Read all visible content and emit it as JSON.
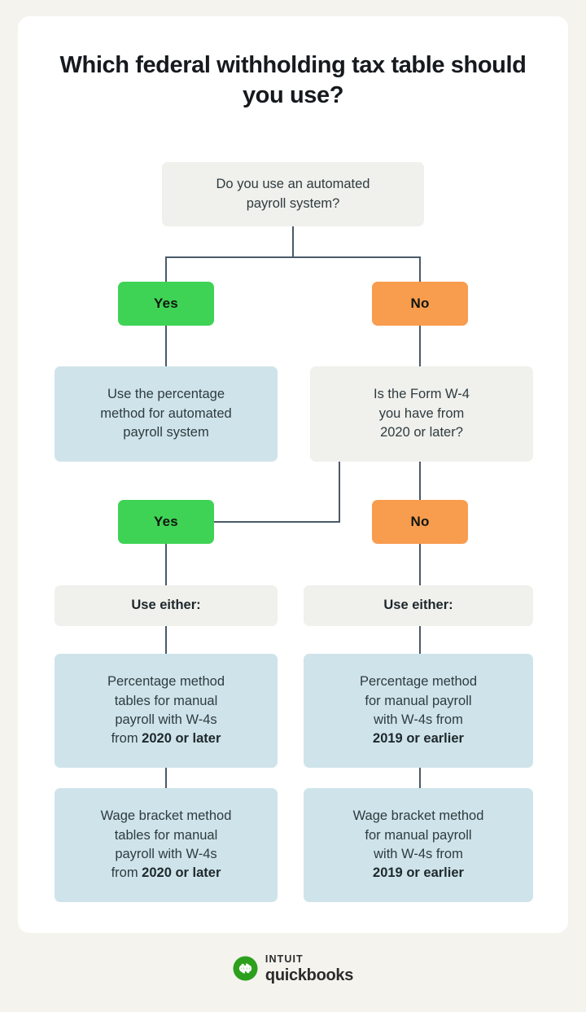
{
  "page": {
    "background_color": "#f4f3ee",
    "card_color": "#ffffff"
  },
  "title": "Which federal withholding tax table should you use?",
  "colors": {
    "yes_green": "#3fd355",
    "no_orange": "#f89c4e",
    "result_blue": "#cfe4ea",
    "question_gray": "#f0f0ec",
    "connector": "#4a5a68",
    "text_dark": "#2e3b40",
    "brand_green": "#2ca01c"
  },
  "flow": {
    "q1": {
      "text": "Do you use an automated payroll system?",
      "line1": "Do you use an automated",
      "line2": "payroll system?"
    },
    "q1_yes": "Yes",
    "q1_no": "No",
    "yes_result": {
      "text": "Use the percentage method for automated payroll system",
      "line1": "Use the percentage",
      "line2": "method for automated",
      "line3": "payroll system"
    },
    "q2": {
      "text": "Is the Form W-4 you have from 2020 or later?",
      "line1": "Is the Form W-4",
      "line2": "you have from",
      "line3": "2020 or later?"
    },
    "q2_yes": "Yes",
    "q2_no": "No",
    "left_either": "Use either:",
    "right_either": "Use either:",
    "left_results": [
      {
        "prefix": "Percentage method tables for manual payroll with W-4s from ",
        "emphasis": "2020 or later",
        "line1": "Percentage method",
        "line2": "tables for manual",
        "line3": "payroll with W-4s",
        "line4_prefix": "from ",
        "line4_bold": "2020 or later"
      },
      {
        "prefix": "Wage bracket method tables for manual payroll with W-4s from ",
        "emphasis": "2020 or later",
        "line1": "Wage bracket method",
        "line2": "tables for manual",
        "line3": "payroll with W-4s",
        "line4_prefix": "from ",
        "line4_bold": "2020 or later"
      }
    ],
    "right_results": [
      {
        "prefix": "Percentage method for manual payroll with W-4s from ",
        "emphasis": "2019 or earlier",
        "line1": "Percentage method",
        "line2": "for manual payroll",
        "line3": "with W-4s from",
        "line4_prefix": "",
        "line4_bold": "2019 or earlier"
      },
      {
        "prefix": "Wage bracket method for manual payroll with W-4s from ",
        "emphasis": "2019 or earlier",
        "line1": "Wage bracket method",
        "line2": "for manual payroll",
        "line3": "with W-4s from",
        "line4_prefix": "",
        "line4_bold": "2019 or earlier"
      }
    ]
  },
  "footer": {
    "brand_top": "INTUIT",
    "brand_bottom": "quickbooks",
    "logo_glyph": "qb"
  }
}
